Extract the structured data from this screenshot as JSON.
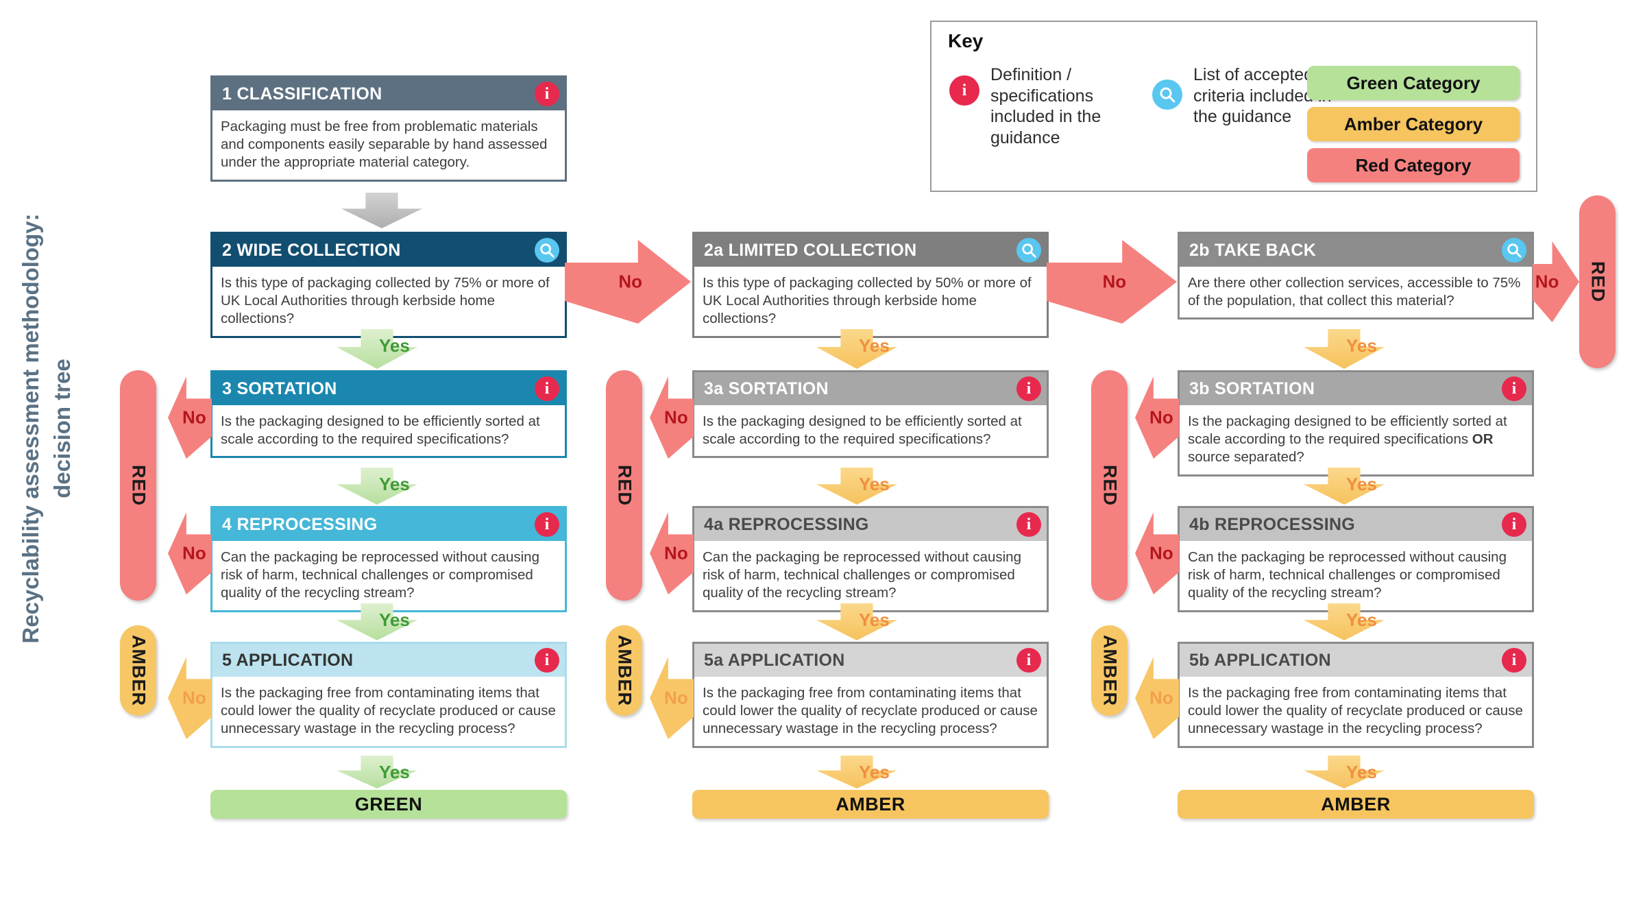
{
  "title": {
    "line1": "Recyclability assessment methodology:",
    "line2": "decision tree"
  },
  "key": {
    "heading": "Key",
    "info_label": "Definition / specifications included in the guidance",
    "search_label": "List of accepted criteria included in the guidance",
    "categories": [
      {
        "label": "Green Category",
        "color": "#b5e199"
      },
      {
        "label": "Amber Category",
        "color": "#f6c55f"
      },
      {
        "label": "Red Category",
        "color": "#f5817f"
      }
    ]
  },
  "labels": {
    "yes": "Yes",
    "no": "No",
    "red": "RED",
    "amber": "AMBER"
  },
  "colors": {
    "green": "#b5e199",
    "amber": "#f6c55f",
    "red": "#f5817f",
    "info_icon": "#e7294d",
    "search_icon": "#59c7f0"
  },
  "columns": [
    {
      "name": "wide-collection-path",
      "result": "GREEN",
      "boxes": [
        {
          "title": "1 CLASSIFICATION",
          "icon": "info",
          "body": "Packaging must be free from problematic materials and components easily separable by hand assessed under the appropriate material category."
        },
        {
          "title": "2 WIDE COLLECTION",
          "icon": "search",
          "body": "Is this type of packaging collected by 75% or more of UK Local Authorities through kerbside home collections?"
        },
        {
          "title": "3 SORTATION",
          "icon": "info",
          "body": "Is the packaging designed to be efficiently sorted at scale according to the required specifications?"
        },
        {
          "title": "4 REPROCESSING",
          "icon": "info",
          "body": "Can the packaging be reprocessed without causing risk of harm, technical challenges or compromised quality of the recycling stream?"
        },
        {
          "title": "5 APPLICATION",
          "icon": "info",
          "body": "Is the packaging free from contaminating items that could lower the quality of recyclate produced or cause unnecessary wastage in the recycling process?"
        }
      ]
    },
    {
      "name": "limited-collection-path",
      "result": "AMBER",
      "boxes": [
        {
          "title": "2a LIMITED COLLECTION",
          "icon": "search",
          "body": "Is this type of packaging collected by 50% or more of UK Local Authorities through kerbside home collections?"
        },
        {
          "title": "3a SORTATION",
          "icon": "info",
          "body": "Is the packaging designed to be efficiently sorted at scale according to the required specifications?"
        },
        {
          "title": "4a REPROCESSING",
          "icon": "info",
          "body": "Can the packaging be reprocessed without causing risk of harm, technical challenges or compromised quality of the recycling stream?"
        },
        {
          "title": "5a APPLICATION",
          "icon": "info",
          "body": "Is the packaging free from contaminating items that could lower the quality of recyclate produced or cause unnecessary wastage in the recycling process?"
        }
      ]
    },
    {
      "name": "take-back-path",
      "result": "AMBER",
      "boxes": [
        {
          "title": "2b TAKE BACK",
          "icon": "search",
          "body": "Are there other collection services, accessible to 75% of the population, that collect this material?"
        },
        {
          "title": "3b SORTATION",
          "icon": "info",
          "body_pre": "Is the packaging designed to be efficiently sorted at scale according to the required specifications ",
          "body_or": "OR",
          "body_post": " source separated?"
        },
        {
          "title": "4b REPROCESSING",
          "icon": "info",
          "body": "Can the packaging be reprocessed without causing risk of harm, technical challenges or compromised quality of the recycling stream?"
        },
        {
          "title": "5b APPLICATION",
          "icon": "info",
          "body": "Is the packaging free from contaminating items that could lower the quality of recyclate produced or cause unnecessary wastage in the recycling process?"
        }
      ]
    }
  ]
}
